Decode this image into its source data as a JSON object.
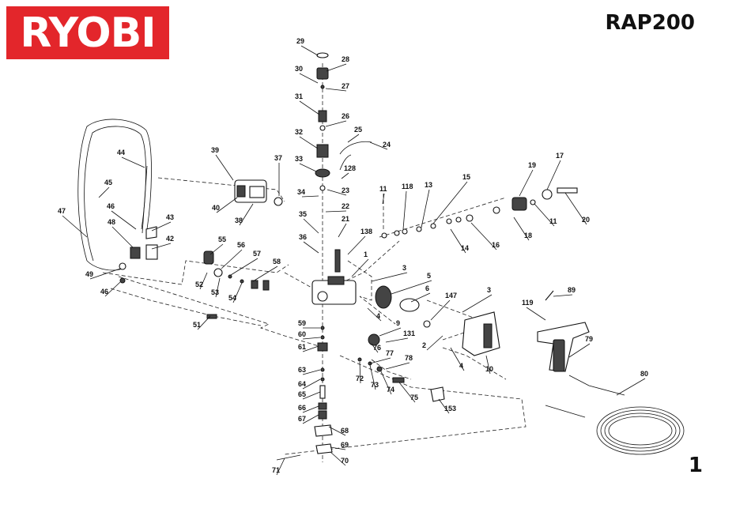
{
  "brand": {
    "logo_text": "RYOBI",
    "color": "#e3262b"
  },
  "model": "RAP200",
  "page_number": "1",
  "part_numbers": [
    "1",
    "2",
    "3",
    "4",
    "5",
    "6",
    "9",
    "10",
    "11",
    "13",
    "14",
    "15",
    "16",
    "17",
    "18",
    "19",
    "20",
    "21",
    "22",
    "23",
    "24",
    "25",
    "26",
    "27",
    "28",
    "29",
    "30",
    "31",
    "32",
    "33",
    "34",
    "35",
    "36",
    "37",
    "38",
    "39",
    "40",
    "42",
    "43",
    "44",
    "45",
    "46",
    "47",
    "48",
    "49",
    "51",
    "52",
    "53",
    "54",
    "55",
    "56",
    "57",
    "58",
    "59",
    "60",
    "61",
    "63",
    "64",
    "65",
    "66",
    "67",
    "68",
    "69",
    "70",
    "71",
    "72",
    "73",
    "74",
    "75",
    "76",
    "77",
    "78",
    "79",
    "80",
    "89",
    "118",
    "119",
    "128",
    "131",
    "138",
    "147",
    "153"
  ]
}
